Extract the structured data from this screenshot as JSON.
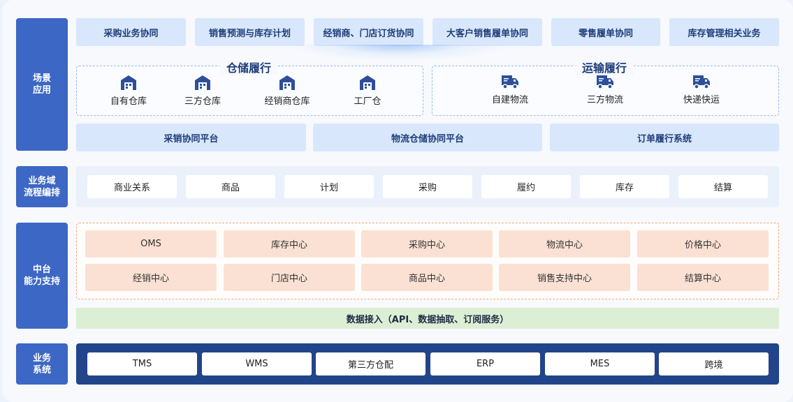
{
  "side_labels": {
    "scenario": "场景\n应用",
    "flow": "业务域\n流程编排",
    "center": "中台\n能力支持",
    "systems": "业务\n系统"
  },
  "scenarios": [
    "采购业务协同",
    "销售预测与库存计划",
    "经销商、门店订货协同",
    "大客户销售履单协同",
    "零售履单协同",
    "库存管理相关业务"
  ],
  "warehousing": {
    "title": "仓储履行",
    "items": [
      {
        "label": "自有仓库",
        "icon": "warehouse-icon"
      },
      {
        "label": "三方仓库",
        "icon": "warehouse-icon"
      },
      {
        "label": "经销商仓库",
        "icon": "warehouse-icon"
      },
      {
        "label": "工厂仓",
        "icon": "warehouse-icon"
      }
    ]
  },
  "transport": {
    "title": "运输履行",
    "items": [
      {
        "label": "自建物流",
        "icon": "truck-icon"
      },
      {
        "label": "三方物流",
        "icon": "truck-icon"
      },
      {
        "label": "快递快运",
        "icon": "truck-icon"
      }
    ]
  },
  "platforms": [
    "采销协同平台",
    "物流仓储协同平台",
    "订单履行系统"
  ],
  "flow_items": [
    "商业关系",
    "商品",
    "计划",
    "采购",
    "履约",
    "库存",
    "结算"
  ],
  "center_rows": [
    [
      "OMS",
      "库存中心",
      "采购中心",
      "物流中心",
      "价格中心"
    ],
    [
      "经销中心",
      "门店中心",
      "商品中心",
      "销售支持中心",
      "结算中心"
    ]
  ],
  "data_access": "数据接入（API、数据抽取、订阅服务）",
  "systems": [
    "TMS",
    "WMS",
    "第三方仓配",
    "ERP",
    "MES",
    "跨境"
  ],
  "colors": {
    "side": "#3d67c4",
    "tab": "#d8e7fb",
    "center_item": "#fae1d3",
    "data_bar": "#dcefd4",
    "sys_panel": "#22448a",
    "icon": "#2d4f9a"
  }
}
